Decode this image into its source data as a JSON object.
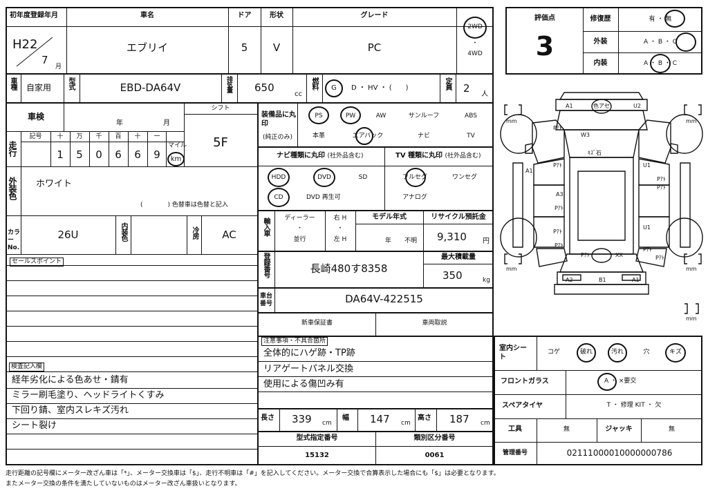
{
  "header": {
    "reg_year_label": "初年度登録年月",
    "reg_era": "H22",
    "reg_month": "7",
    "month_unit": "月",
    "name_label": "車名",
    "name": "エブリイ",
    "door_label": "ドア",
    "doors": "5",
    "shape_label": "形状",
    "shape": "V",
    "grade_label": "グレード",
    "grade": "PC",
    "drive_2wd": "2WD",
    "dot": "・",
    "drive_4wd": "4WD"
  },
  "row2": {
    "use_label": "車種",
    "use": "自家用",
    "model_label": "型式",
    "model": "EBD-DA64V",
    "disp_label": "排気量",
    "disp": "650",
    "disp_unit": "cc",
    "fuel_label": "燃料",
    "fuel_g": "G",
    "fuel_rest": "D ・ HV ・ (　　)",
    "cap_label": "定員",
    "cap": "2",
    "cap_unit": "人"
  },
  "inspection": {
    "shaken_label": "車検",
    "year_unit": "年",
    "month_unit": "月",
    "shift_label": "シフト",
    "shift": "5F",
    "odo_label": "走行",
    "kigou": "記号",
    "digit_labels": [
      "十",
      "万",
      "千",
      "百",
      "十",
      "一"
    ],
    "digits": [
      "1",
      "5",
      "0",
      "6",
      "6",
      "9"
    ],
    "mile": "マイル",
    "km": "km"
  },
  "color": {
    "label": "外装色",
    "value": "ホワイト",
    "note": "(　　　　) 色替車は色替と記入",
    "code_label": "カラーNo.",
    "code": "26U",
    "interior_label": "内装色",
    "ac_label": "冷房",
    "ac": "AC"
  },
  "equipment": {
    "label": "装備品に丸印",
    "sub": "(純正のみ)",
    "items": [
      "PS",
      "PW",
      "AW",
      "サンルーフ",
      "ABS",
      "本革",
      "エアバック",
      "ナビ",
      "TV"
    ]
  },
  "navi": {
    "label": "ナビ種類に丸印",
    "sub": "(社外品含む)",
    "items": [
      "HDD",
      "DVD",
      "SD",
      "CD",
      "DVD 再生可"
    ]
  },
  "tv": {
    "label": "TV 種類に丸印",
    "sub": "(社外品含む)",
    "items": [
      "フルセグ",
      "ワンセグ",
      "アナログ"
    ]
  },
  "import": {
    "label": "輸入車",
    "dealer": "ディーラー",
    "dot": "・",
    "parallel": "並行",
    "rh": "右 H",
    "lh": "左 H",
    "model_year_label": "モデル年式",
    "year_unit": "年",
    "unknown": "不明",
    "recycle_label": "リサイクル預託金",
    "recycle": "9,310",
    "yen": "円"
  },
  "registration": {
    "label": "登録番号",
    "number": "長崎480す8358",
    "max_load_label": "最大積載量",
    "max_load": "350",
    "kg": "kg",
    "chassis_label": "車台番号",
    "chassis": "DA64V-422515",
    "warranty": "新車保証書",
    "manual": "車両取説"
  },
  "remarks": {
    "label": "注意事項・不具合箇所",
    "lines": [
      "全体的にハゲ跡・TP跡",
      "リアゲートパネル交換",
      "使用による傷凹み有"
    ]
  },
  "sales": {
    "label": "セールスポイント"
  },
  "inspector": {
    "label": "検査記入欄",
    "lines": [
      "経年劣化による色あせ・錆有",
      "ミラー刷毛塗り、ヘッドライトくすみ",
      "下回り錆、室内スレキズ汚れ",
      "シート裂け"
    ]
  },
  "dims": {
    "len_label": "長さ",
    "len": "339",
    "wid_label": "幅",
    "wid": "147",
    "hei_label": "高さ",
    "hei": "187",
    "cm": "cm",
    "type_label": "型式指定番号",
    "type_no": "15132",
    "class_label": "類別区分番号",
    "class_no": "0061"
  },
  "score": {
    "label": "評価点",
    "value": "3",
    "repair_label": "修復歴",
    "repair": "有 ・ 無",
    "ext_label": "外装",
    "int_label": "内装",
    "abc": "A ・ B ・ C"
  },
  "diagram": {
    "marks": [
      "A1",
      "色アセ",
      "U2",
      "Pｱﾄ",
      "W3",
      "ｷｽﾞ石",
      "A1",
      "Pｱﾄ",
      "U1",
      "Pｱﾄ",
      "A3",
      "Pｱﾄ",
      "Pｱﾄ",
      "U1",
      "Pｱﾄ",
      "Pｱﾄ",
      "Pｱﾄ",
      "Pｱﾄ",
      "XX",
      "Pｱﾄ",
      "A2",
      "B1",
      "A1"
    ],
    "mm": "mm"
  },
  "interior": {
    "seat_label": "室内シート",
    "items": [
      "コゲ",
      "破れ",
      "汚れ",
      "穴",
      "キズ"
    ],
    "glass_label": "フロントガラス",
    "glass": "A ・ ×要交",
    "spare_label": "スペアタイヤ",
    "spare": "T ・ 修理 KIT ・ 欠",
    "tool_label": "工具",
    "tool": "無",
    "jack_label": "ジャッキ",
    "jack": "無",
    "mgmt_label": "管理番号",
    "mgmt": "02111000010000000786"
  },
  "footer": [
    "走行距離の記号欄にメーター改ざん車は「*」、メーター交換車は「$」、走行不明車は「#」を記入してください。メーター交換で合算表示した場合にも「$」は必要となります。",
    "またメーター交換の条件を満たしていないものはメーター改ざん車扱いとなります。"
  ]
}
